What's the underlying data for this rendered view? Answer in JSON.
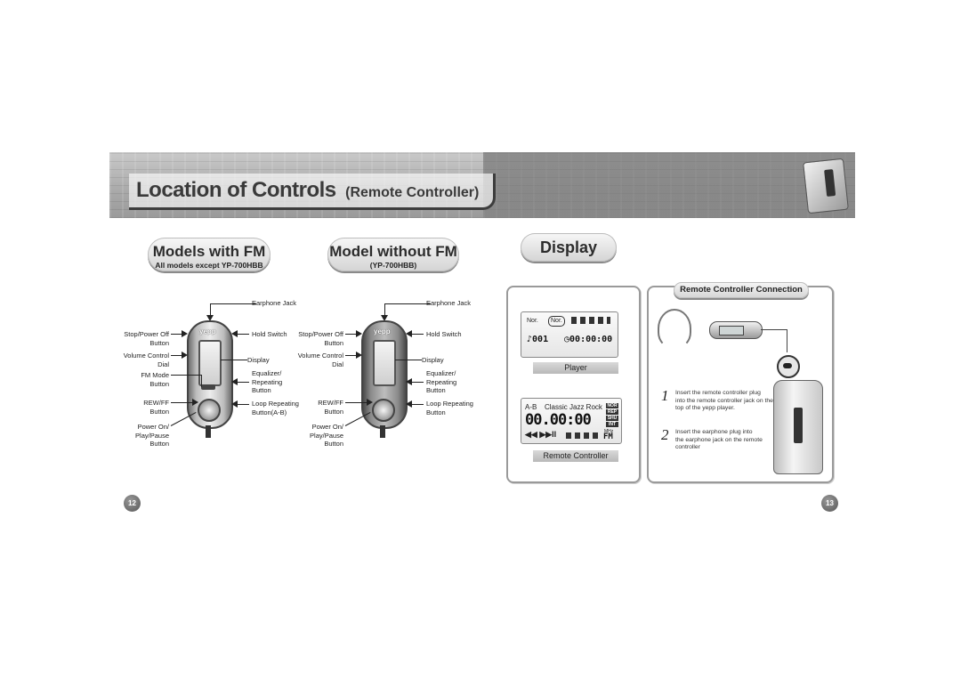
{
  "header": {
    "title": "Location of Controls",
    "subtitle": "(Remote Controller)"
  },
  "left_section": {
    "models_with_fm": {
      "heading": "Models with FM",
      "sub": "All models except YP-700HBB"
    },
    "model_without_fm": {
      "heading": "Model without FM",
      "sub": "(YP-700HBB)"
    },
    "device_logo": "yepp",
    "labels_fm": {
      "earphone_jack": "Earphone Jack",
      "stop_power_off": "Stop/Power Off",
      "button": "Button",
      "hold_switch": "Hold Switch",
      "volume_control": "Volume Control",
      "dial": "Dial",
      "display": "Display",
      "fm_mode": "FM Mode",
      "fm_button": "Button",
      "equalizer": "Equalizer/",
      "repeating": "Repeating",
      "eq_button": "Button",
      "rew_ff": "REW/FF",
      "rew_button": "Button",
      "loop_repeating": "Loop Repeating",
      "loop_button": "Button(A-B)",
      "power_on": "Power On/",
      "play_pause": "Play/Pause",
      "play_button": "Button"
    },
    "labels_nofm": {
      "earphone_jack": "Earphone Jack",
      "stop_power_off": "Stop/Power Off",
      "button": "Button",
      "hold_switch": "Hold Switch",
      "volume_control": "Volume Control",
      "dial": "Dial",
      "display": "Display",
      "equalizer": "Equalizer/",
      "repeating": "Repeating",
      "eq_button": "Button",
      "rew_ff": "REW/FF",
      "rew_button": "Button",
      "loop_repeating": "Loop Repeating",
      "loop_button": "Button",
      "power_on": "Power On/",
      "play_pause": "Play/Pause",
      "play_button": "Button"
    }
  },
  "right_section": {
    "display_heading": "Display",
    "player_lcd": {
      "nor1": "Nor.",
      "nor2": "Nor.",
      "track": "001",
      "time": "00:00:00",
      "caption": "Player"
    },
    "remote_lcd": {
      "ab": "A-B",
      "eq_modes": "Classic Jazz Rock",
      "time": "00.00:00",
      "fm": "FM",
      "mhz": "MHz",
      "side_tags": [
        "NOR",
        "REP",
        "SHU",
        "INT"
      ],
      "caption": "Remote Controller"
    },
    "connection": {
      "heading": "Remote Controller Connection",
      "steps": [
        {
          "num": "1",
          "text": [
            "Insert the remote controller plug",
            "into the remote controller jack on the",
            "top of the yepp player."
          ]
        },
        {
          "num": "2",
          "text": [
            "Insert the earphone plug into",
            "the earphone jack on the remote",
            "controller"
          ]
        }
      ]
    }
  },
  "page_numbers": {
    "left": "12",
    "right": "13"
  },
  "colors": {
    "banner": "#a9a9a9",
    "pill": "#d4d4d4",
    "text": "#222222"
  }
}
